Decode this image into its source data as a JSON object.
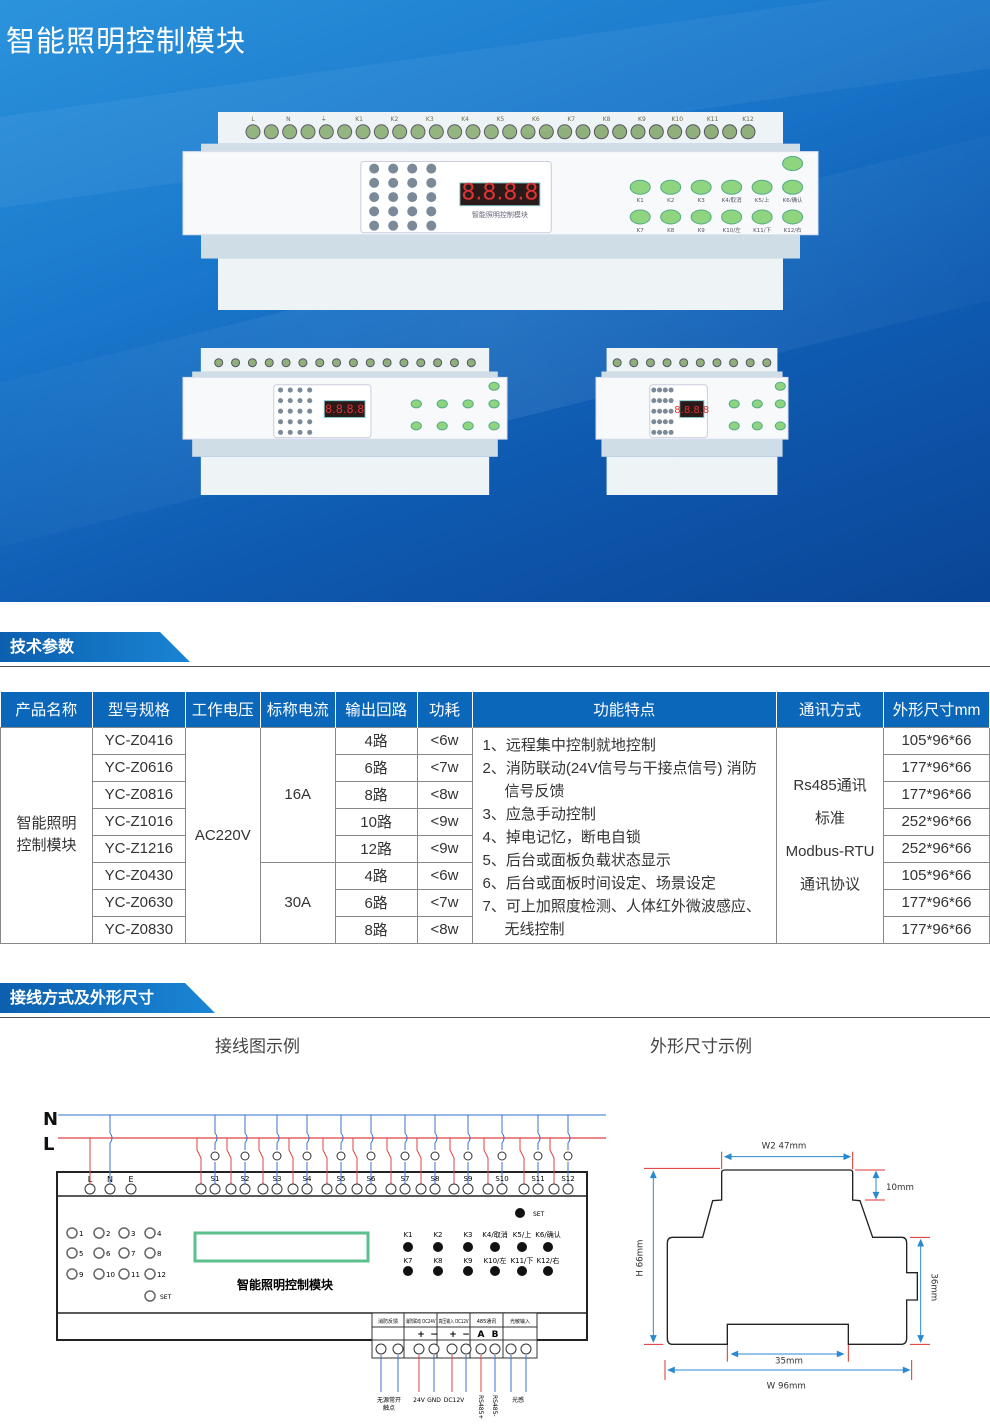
{
  "title": "智能照明控制模块",
  "device": {
    "display": "8.8.8.8",
    "panel_label": "智能照明控制模块",
    "top_labels": [
      "L",
      "N",
      "⏚",
      "K1",
      "K2",
      "K3",
      "K4",
      "K5",
      "K6",
      "K7",
      "K8",
      "K9",
      "K10",
      "K11",
      "K12"
    ],
    "set_label": "SET",
    "keys_row1": [
      "K1",
      "K2",
      "K3",
      "K4/取消",
      "K5/上",
      "K6/确认"
    ],
    "keys_row2": [
      "K7",
      "K8",
      "K9",
      "K10/左",
      "K11/下",
      "K12/右"
    ],
    "led_labels": [
      "1",
      "2",
      "3",
      "4",
      "5",
      "6",
      "7",
      "8",
      "9",
      "10",
      "11",
      "12"
    ],
    "led_set": "SET"
  },
  "section1": "技术参数",
  "table": {
    "headers": [
      "产品名称",
      "型号规格",
      "工作电压",
      "标称电流",
      "输出回路",
      "功耗",
      "功能特点",
      "通讯方式",
      "外形尺寸mm"
    ],
    "product_name": "智能照明控制模块",
    "voltage": "AC220V",
    "currents": [
      "16A",
      "30A"
    ],
    "rows": [
      {
        "model": "YC-Z0416",
        "out": "4路",
        "power": "<6w",
        "dim": "105*96*66"
      },
      {
        "model": "YC-Z0616",
        "out": "6路",
        "power": "<7w",
        "dim": "177*96*66"
      },
      {
        "model": "YC-Z0816",
        "out": "8路",
        "power": "<8w",
        "dim": "177*96*66"
      },
      {
        "model": "YC-Z1016",
        "out": "10路",
        "power": "<9w",
        "dim": "252*96*66"
      },
      {
        "model": "YC-Z1216",
        "out": "12路",
        "power": "<9w",
        "dim": "252*96*66"
      },
      {
        "model": "YC-Z0430",
        "out": "4路",
        "power": "<6w",
        "dim": "105*96*66"
      },
      {
        "model": "YC-Z0630",
        "out": "6路",
        "power": "<7w",
        "dim": "177*96*66"
      },
      {
        "model": "YC-Z0830",
        "out": "8路",
        "power": "<8w",
        "dim": "177*96*66"
      }
    ],
    "features": [
      "1、远程集中控制就地控制",
      "2、消防联动(24V信号与干接点信号) 消防信号反馈",
      "3、应急手动控制",
      "4、掉电记忆，断电自锁",
      "5、后台或面板负载状态显示",
      "6、后台或面板时间设定、场景设定",
      "7、可上加照度检测、人体红外微波感应、无线控制"
    ],
    "comm": [
      "Rs485通讯",
      "标准",
      "Modbus-RTU",
      "通讯协议"
    ]
  },
  "section2": "接线方式及外形尺寸",
  "wiring": {
    "subtitle": "接线图示例",
    "line_n": "N",
    "line_l": "L",
    "power_terminals": [
      "L",
      "N",
      "E"
    ],
    "outputs": [
      "S1",
      "S2",
      "S3",
      "S4",
      "S5",
      "S6",
      "S7",
      "S8",
      "S9",
      "S10",
      "S11",
      "S12"
    ],
    "module_label": "智能照明控制模块",
    "block_headers": [
      "消防反馈",
      "消防联动 DC24V",
      "高压输入 DC12V",
      "485通讯",
      "光敏输入"
    ],
    "block_symbols": [
      "+",
      "−",
      "+",
      "−",
      "A",
      "B"
    ],
    "bottom_labels": [
      "无源常开",
      "触点",
      "24V",
      "GND",
      "DC12V",
      "RS485+",
      "RS485-",
      "光感"
    ]
  },
  "dimensions": {
    "subtitle": "外形尺寸示例",
    "w2": "W2  47mm",
    "top_step": "10mm",
    "h": "H  66mm",
    "rail": "35mm",
    "side": "36mm",
    "w": "W   96mm"
  }
}
